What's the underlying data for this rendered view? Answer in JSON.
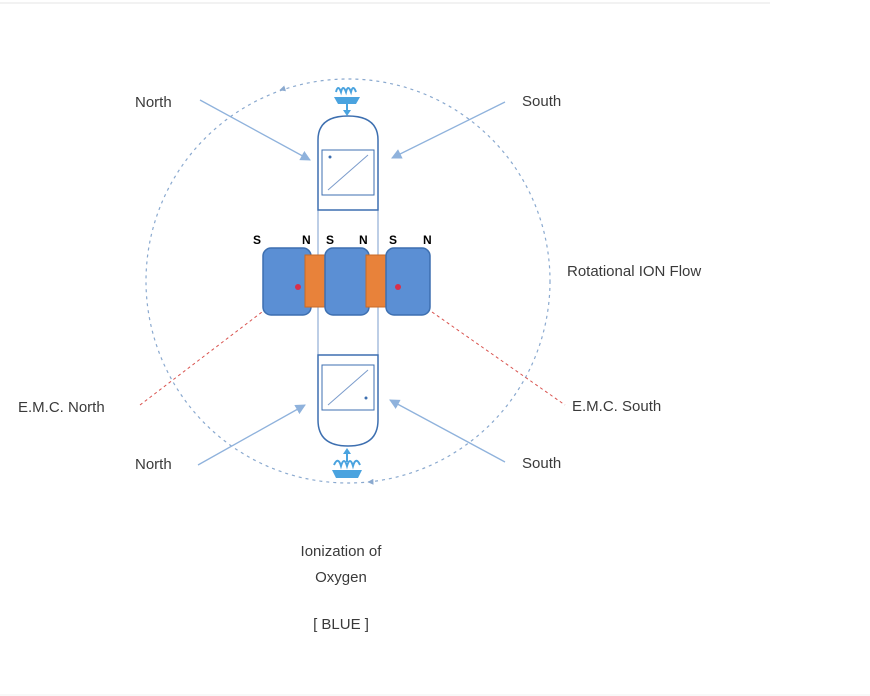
{
  "labels": {
    "north_top": "North",
    "south_top": "South",
    "rotational_flow": "Rotational ION Flow",
    "emc_north": "E.M.C. North",
    "emc_south": "E.M.C. South",
    "north_bottom": "North",
    "south_bottom": "South",
    "caption_line1": "Ionization of",
    "caption_line2": "Oxygen",
    "caption_line3": "[ BLUE ]"
  },
  "poles": [
    "S",
    "N",
    "S",
    "N",
    "S",
    "N"
  ],
  "colors": {
    "magnet_blue": "#5b8fd4",
    "magnet_orange": "#e8823a",
    "outline": "#3d6fb0",
    "arrow": "#8fb2dc",
    "circle": "#8aa9cf",
    "red_dash": "#d9534f",
    "fountain": "#4aa3df"
  },
  "icons": [
    "fountain-icon"
  ]
}
